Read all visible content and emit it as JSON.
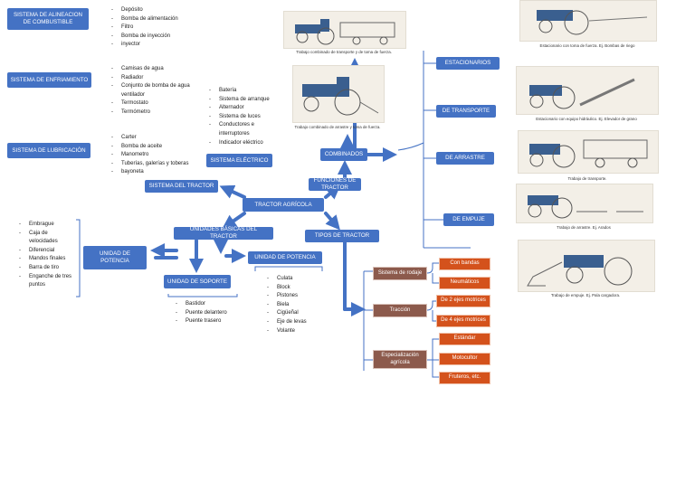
{
  "left_systems": [
    {
      "label": "SISTEMA DE ALINEACION DE COMBUSTIBLE",
      "items": [
        "Depósito",
        "Bomba de alimentación",
        "Filtro",
        "Bomba de inyección",
        "inyector"
      ]
    },
    {
      "label": "SISTEMA DE ENFRIAMIENTO",
      "items": [
        "Camisas de agua",
        "Radiador",
        "Conjunto de bomba de agua ventilador",
        "Termostato",
        "Termómetro"
      ]
    },
    {
      "label": "SISTEMA DE LUBRICACIÓN",
      "items": [
        "Carter",
        "Bomba de aceite",
        "Manometro",
        "Tuberías, galerías y toberas",
        "bayoneta"
      ]
    }
  ],
  "electric": {
    "label": "SISTEMA ELÉCTRICO",
    "items": [
      "Batería",
      "Sistema de arranque",
      "Alternador",
      "Sistema de luces",
      "Conductores e interruptores",
      "Indicador eléctrico"
    ]
  },
  "center": {
    "sistema_tractor": "SISTEMA DEL TRACTOR",
    "tractor_agricola": "TRACTOR AGRÍCOLA",
    "funciones": "FUNCIONES DE TRACTOR",
    "combinados": "COMBINADOS",
    "unidades_basicas": "UNIDADES BÁSICAS DEL TRACTOR",
    "tipos": "TIPOS DE TRACTOR"
  },
  "unidad_potencia_left": {
    "label": "UNIDAD DE POTENCIA",
    "items": [
      "Embrague",
      "Caja de velocidades",
      "Diferencial",
      "Mandos finales",
      "Barra de tiro",
      "Enganche de tres puntos"
    ]
  },
  "unidad_soporte": {
    "label": "UNIDAD DE SOPORTE",
    "items": [
      "Bastidor",
      "Puente delantero",
      "Puente trasero"
    ]
  },
  "unidad_potencia_right": {
    "label": "UNIDAD DE POTENCIA",
    "items": [
      "Culata",
      "Block",
      "Pistones",
      "Biela",
      "Cigüeñal",
      "Eje de levas",
      "Volante"
    ]
  },
  "functions": [
    {
      "label": "ESTACIONARIOS",
      "caption": "Estacionario con toma de fuerza. Ej. Bombas de riego"
    },
    {
      "label": "DE TRANSPORTE",
      "caption": "Estacionario con equipo hidráulico. Ej. Elevador de grano"
    },
    {
      "label": "DE ARRASTRE",
      "caption": "Trabajo de transporte."
    },
    {
      "label": "DE EMPUJE",
      "caption": "Trabajo de arrastre. Ej. Arados"
    }
  ],
  "last_caption": "Trabajo de empuje. Ej. Pala cargadora.",
  "combined_captions": [
    "Trabajo combinado de transporte y de toma de fuerza.",
    "Trabajo combinado de arrastre y toma de fuerza."
  ],
  "tipos": [
    {
      "label": "Sistema de rodaje",
      "options": [
        "Con bandas",
        "Neumáticos"
      ]
    },
    {
      "label": "Tracción",
      "options": [
        "De 2 ejes motrices",
        "De 4 ejes motrices"
      ]
    },
    {
      "label": "Especialización agrícola",
      "options": [
        "Estándar",
        "Motocultor",
        "Fruteros, etc."
      ]
    }
  ],
  "colors": {
    "blue": "#4472c4",
    "orange": "#d4521c",
    "brown": "#8c5a4c"
  }
}
